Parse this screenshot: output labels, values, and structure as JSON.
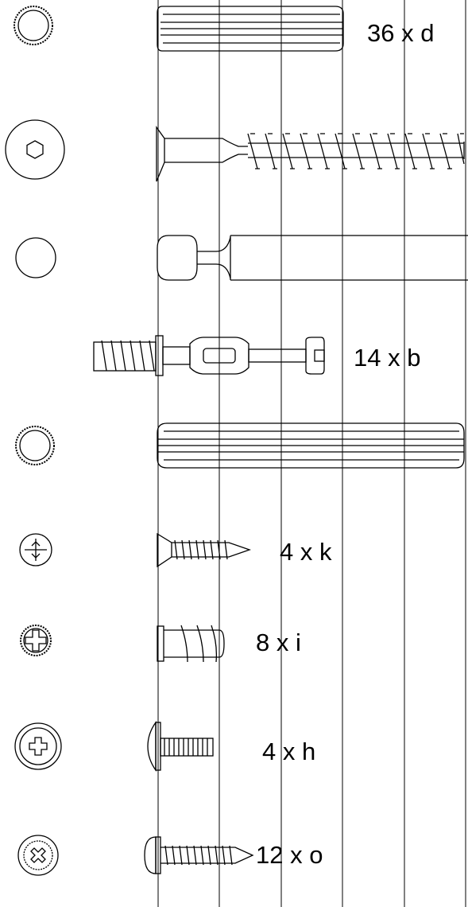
{
  "hardware_parts": [
    {
      "id": "d",
      "quantity_label": "36 x d",
      "icon": "knurled-dowel-end-icon",
      "part": "wooden-dowel"
    },
    {
      "id": "cam_screw",
      "quantity_label": "",
      "icon": "hex-socket-head-icon",
      "part": "cam-screw"
    },
    {
      "id": "dowel_pin",
      "quantity_label": "",
      "icon": "round-head-icon",
      "part": "connector-pin"
    },
    {
      "id": "b",
      "quantity_label": "14 x b",
      "icon": "",
      "part": "connector-bolt"
    },
    {
      "id": "long_dowel",
      "quantity_label": "",
      "icon": "knurled-dowel-end-icon",
      "part": "long-wooden-dowel"
    },
    {
      "id": "k",
      "quantity_label": "4 x k",
      "icon": "phillips-countersunk-head-icon",
      "part": "countersunk-screw"
    },
    {
      "id": "i",
      "quantity_label": "8 x i",
      "icon": "phillips-socket-insert-icon",
      "part": "threaded-insert"
    },
    {
      "id": "h",
      "quantity_label": "4 x h",
      "icon": "phillips-wafer-head-icon",
      "part": "wafer-head-screw"
    },
    {
      "id": "o",
      "quantity_label": "12 x o",
      "icon": "phillips-pan-head-icon",
      "part": "pan-head-screw"
    }
  ],
  "colors": {
    "line": "#000000",
    "background": "#ffffff"
  }
}
